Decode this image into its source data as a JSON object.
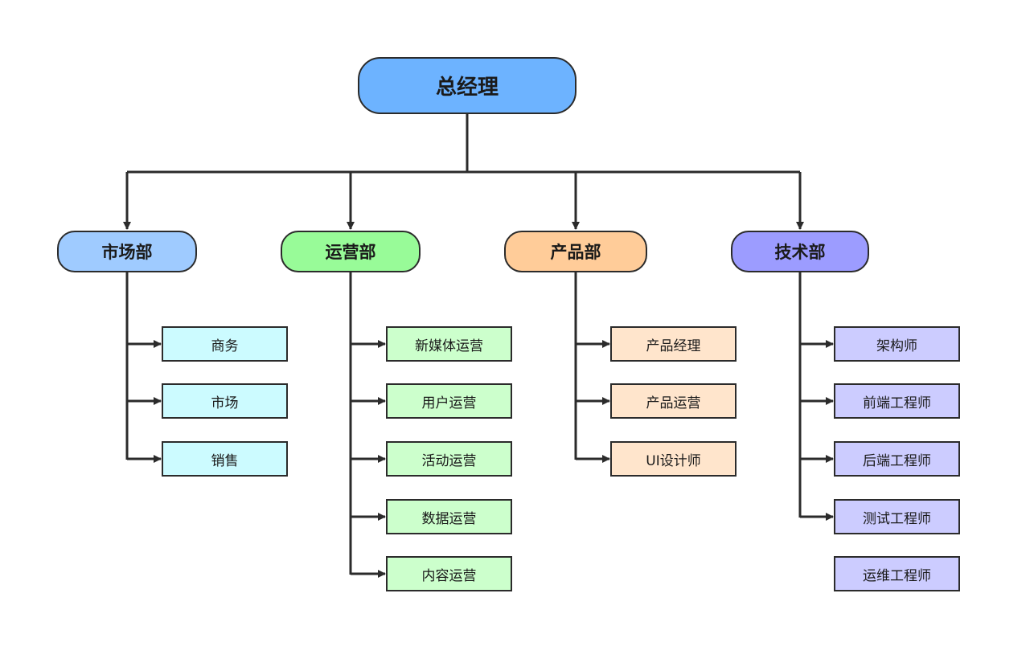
{
  "root": {
    "label": "总经理",
    "color": "#6db3ff"
  },
  "departments": [
    {
      "label": "市场部",
      "color": "#9fcbff",
      "role_color": "#ccfbff",
      "roles": [
        "商务",
        "市场",
        "销售"
      ]
    },
    {
      "label": "运营部",
      "color": "#98fb98",
      "role_color": "#ccffcc",
      "roles": [
        "新媒体运营",
        "用户运营",
        "活动运营",
        "数据运营",
        "内容运营"
      ]
    },
    {
      "label": "产品部",
      "color": "#ffcc99",
      "role_color": "#ffe5cc",
      "roles": [
        "产品经理",
        "产品运营",
        "UI设计师"
      ]
    },
    {
      "label": "技术部",
      "color": "#9c9cff",
      "role_color": "#ccccff",
      "roles": [
        "架构师",
        "前端工程师",
        "后端工程师",
        "测试工程师",
        "运维工程师"
      ],
      "connected_roles": 4
    }
  ],
  "line_color": "#2b2b2b"
}
